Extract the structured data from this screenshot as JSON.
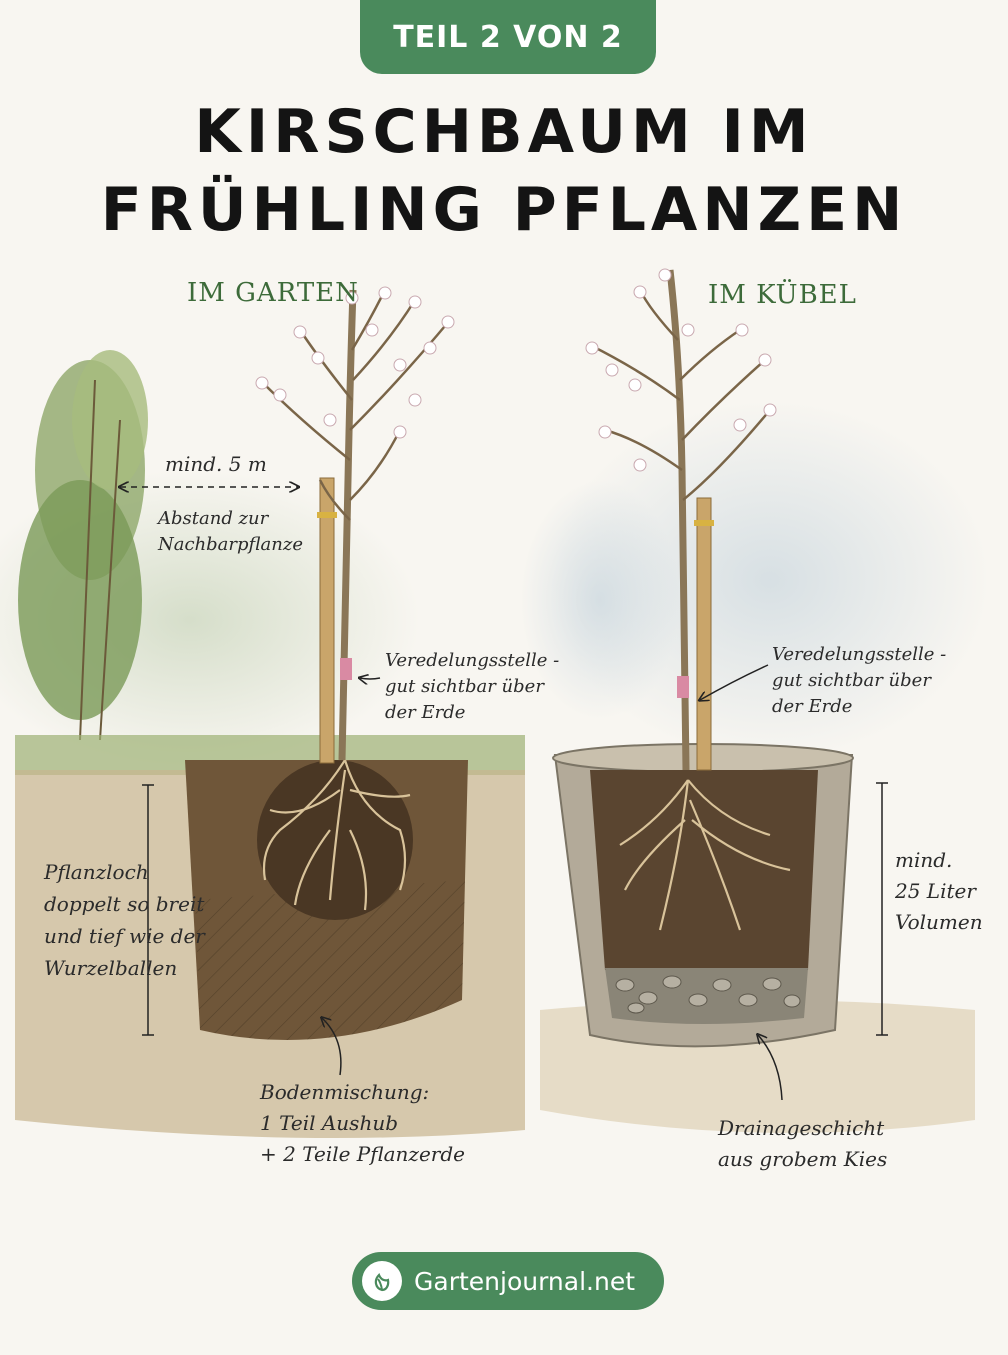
{
  "header": {
    "badge": "TEIL 2 VON 2",
    "title_line1": "KIRSCHBAUM IM",
    "title_line2": "FRÜHLING PFLANZEN"
  },
  "garden": {
    "heading": "IM GARTEN",
    "distance_value": "mind. 5 m",
    "distance_label_line1": "Abstand zur",
    "distance_label_line2": "Nachbarpflanze",
    "graft_line1": "Veredelungsstelle -",
    "graft_line2": "gut sichtbar über",
    "graft_line3": "der Erde",
    "hole_line1": "Pflanzloch",
    "hole_line2": "doppelt so breit",
    "hole_line3": "und tief wie der",
    "hole_line4": "Wurzelballen",
    "soil_line1": "Bodenmischung:",
    "soil_line2": "1 Teil Aushub",
    "soil_line3": "+ 2 Teile Pflanzerde"
  },
  "pot": {
    "heading": "IM KÜBEL",
    "graft_line1": "Veredelungsstelle -",
    "graft_line2": "gut sichtbar über",
    "graft_line3": "der Erde",
    "volume_line1": "mind.",
    "volume_line2": "25 Liter",
    "volume_line3": "Volumen",
    "drain_line1": "Drainageschicht",
    "drain_line2": "aus grobem Kies"
  },
  "footer": {
    "brand": "Gartenjournal.net"
  },
  "colors": {
    "accent": "#4a8a5c",
    "heading_green": "#3d6b3a",
    "soil": "#5a4530"
  }
}
